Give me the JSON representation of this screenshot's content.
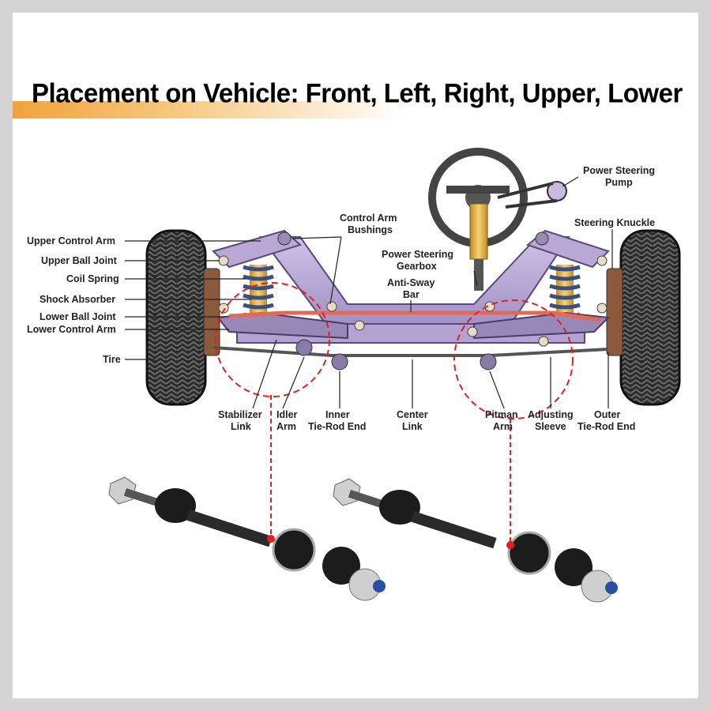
{
  "title": "Placement on Vehicle: Front, Left, Right, Upper, Lower",
  "colors": {
    "title_band": "#f2a23c",
    "frame_purple": "#b9a8d6",
    "anti_sway_bar": "#e06a55",
    "callout_red": "#e02020",
    "tire": "#2a2a2a",
    "spring": "#4a5d8a",
    "shock": "#e8b640"
  },
  "labels": {
    "upper_control_arm": "Upper Control Arm",
    "upper_ball_joint": "Upper Ball Joint",
    "coil_spring": "Coil Spring",
    "shock_absorber": "Shock Absorber",
    "lower_ball_joint": "Lower Ball Joint",
    "lower_control_arm": "Lower Control Arm",
    "tire": "Tire",
    "control_arm_bushings": [
      "Control Arm",
      "Bushings"
    ],
    "power_steering_gearbox": [
      "Power Steering",
      "Gearbox"
    ],
    "anti_sway_bar": [
      "Anti-Sway",
      "Bar"
    ],
    "power_steering_pump": [
      "Power Steering",
      "Pump"
    ],
    "steering_knuckle": "Steering Knuckle",
    "stabilizer_link": [
      "Stabilizer",
      "Link"
    ],
    "idler_arm": [
      "Idler",
      "Arm"
    ],
    "inner_tie_rod_end": [
      "Inner",
      "Tie-Rod End"
    ],
    "center_link": [
      "Center",
      "Link"
    ],
    "pitman_arm": [
      "Pitman",
      "Arm"
    ],
    "adjusting_sleeve": [
      "Adjusting",
      "Sleeve"
    ],
    "outer_tie_rod_end": [
      "Outer",
      "Tie-Rod End"
    ]
  },
  "icons": {
    "steering_wheel": "steering-wheel-icon",
    "tire": "tire-icon",
    "sway_bar_link": "sway-bar-link-icon"
  }
}
